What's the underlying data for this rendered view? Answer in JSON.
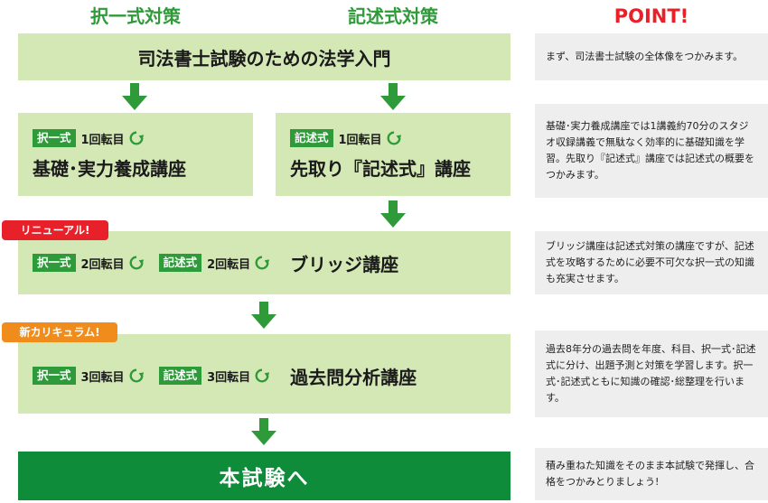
{
  "headers": {
    "col1": "択一式対策",
    "col2": "記述式対策",
    "point": "POINT!"
  },
  "step1": {
    "title": "司法書士試験のための法学入門",
    "point": "まず、司法書士試験の全体像をつかみます。"
  },
  "step2": {
    "left": {
      "tag": "択一式",
      "count": "1回転目",
      "title": "基礎･実力養成講座"
    },
    "right": {
      "tag": "記述式",
      "count": "1回転目",
      "title": "先取り『記述式』講座"
    },
    "point": "基礎･実力養成講座では1講義約70分のスタジオ収録講義で無駄なく効率的に基礎知識を学習。先取り『記述式』講座では記述式の概要をつかみます。"
  },
  "step3": {
    "badge": "リニューアル!",
    "tag1": "択一式",
    "count1": "2回転目",
    "tag2": "記述式",
    "count2": "2回転目",
    "title": "ブリッジ講座",
    "point": "ブリッジ講座は記述式対策の講座ですが、記述式を攻略するために必要不可欠な択一式の知識も充実させます。"
  },
  "step4": {
    "badge": "新カリキュラム!",
    "tag1": "択一式",
    "count1": "3回転目",
    "tag2": "記述式",
    "count2": "3回転目",
    "title": "過去問分析講座",
    "point": "過去8年分の過去問を年度、科目、択一式･記述式に分け、出題予測と対策を学習します。択一式･記述式ともに知識の確認･総整理を行います。"
  },
  "step5": {
    "title": "本試験へ",
    "point": "積み重ねた知識をそのまま本試験で発揮し、合格をつかみとりましょう!"
  },
  "colors": {
    "green": "#2f9a3a",
    "light_green": "#d4e8b6",
    "dark_green": "#0e8c3a",
    "red": "#e8202a",
    "orange": "#f08c1c",
    "gray": "#eeeeee"
  },
  "icons": {
    "cycle": "cycle-arrow-icon",
    "down": "down-arrow-icon"
  }
}
